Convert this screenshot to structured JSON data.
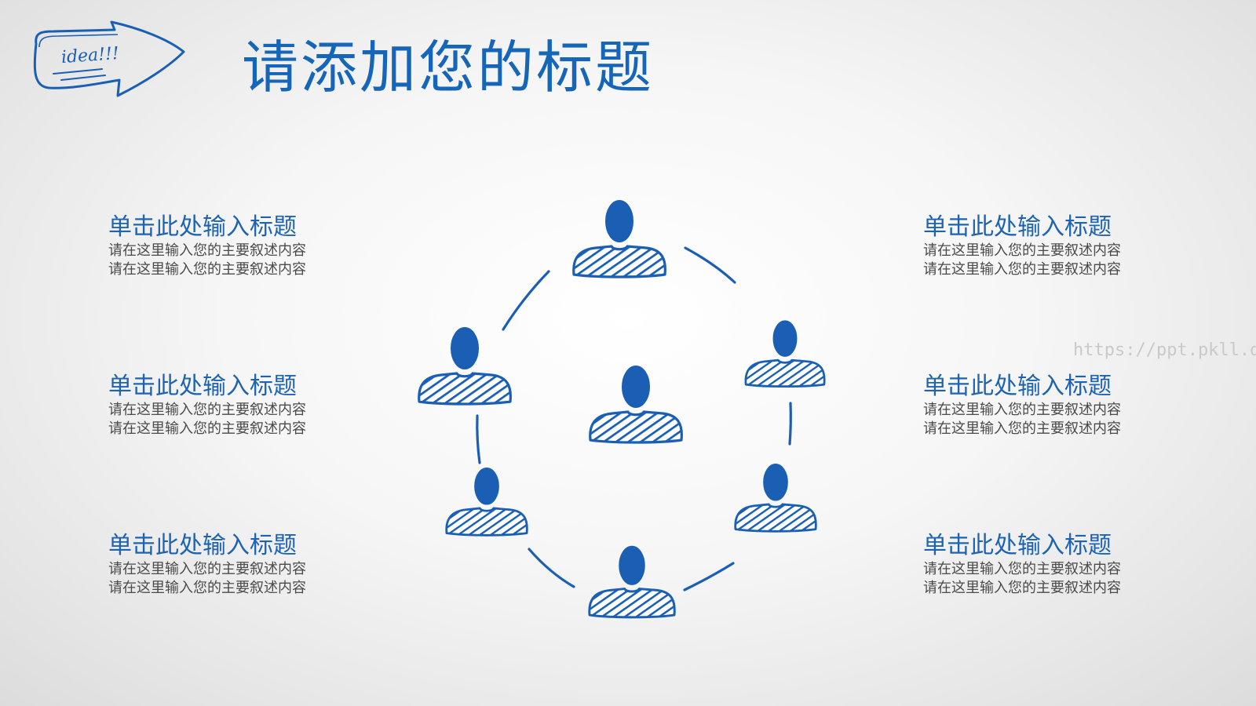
{
  "logo": {
    "text": "idea!!!"
  },
  "title": "请添加您的标题",
  "blocks": [
    {
      "heading": "单击此处输入标题",
      "lines": [
        "请在这里输入您的主要叙述内容",
        "请在这里输入您的主要叙述内容"
      ]
    },
    {
      "heading": "单击此处输入标题",
      "lines": [
        "请在这里输入您的主要叙述内容",
        "请在这里输入您的主要叙述内容"
      ]
    },
    {
      "heading": "单击此处输入标题",
      "lines": [
        "请在这里输入您的主要叙述内容",
        "请在这里输入您的主要叙述内容"
      ]
    },
    {
      "heading": "单击此处输入标题",
      "lines": [
        "请在这里输入您的主要叙述内容",
        "请在这里输入您的主要叙述内容"
      ]
    },
    {
      "heading": "单击此处输入标题",
      "lines": [
        "请在这里输入您的主要叙述内容",
        "请在这里输入您的主要叙述内容"
      ]
    },
    {
      "heading": "单击此处输入标题",
      "lines": [
        "请在这里输入您的主要叙述内容",
        "请在这里输入您的主要叙述内容"
      ]
    }
  ],
  "watermark": "https://ppt.pkll.de",
  "colors": {
    "accent": "#1565b8",
    "figure": "#1a5fb4",
    "body_text": "#4a4a4a"
  },
  "icons": [
    "person-icon",
    "arrow-icon"
  ]
}
